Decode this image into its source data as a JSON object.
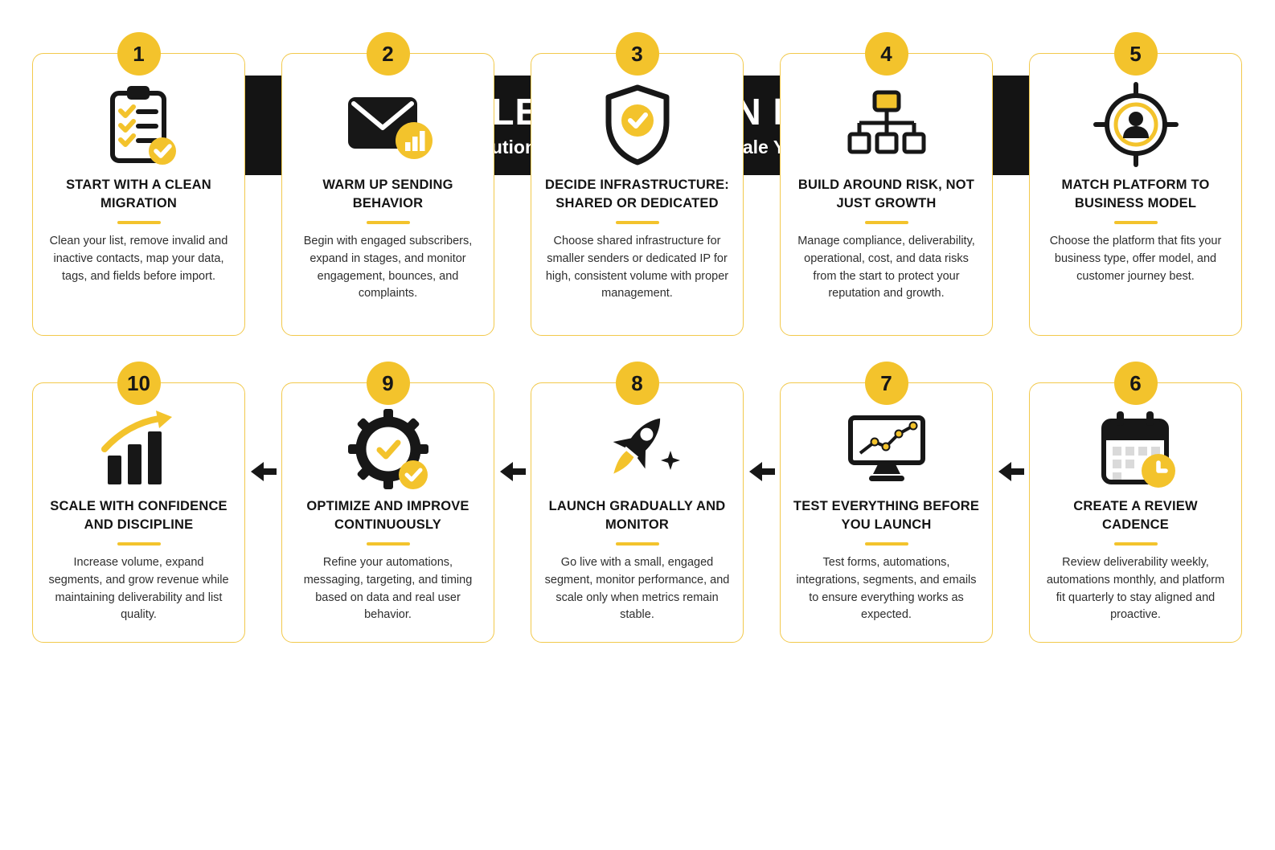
{
  "header": {
    "title": "EMAIL IMPLEMENTATION PROCESS",
    "subtitle": "A Professional Execution Flow to Launch and Scale Your Email System",
    "icon": "envelope-icon"
  },
  "colors": {
    "accent_yellow": "#F3C32C",
    "ink_black": "#171717",
    "card_border": "#F2C94C",
    "body_text": "#2e2e2e"
  },
  "steps": [
    {
      "number": "1",
      "icon": "clipboard-checklist-icon",
      "title": "START WITH A CLEAN MIGRATION",
      "description": "Clean your list, remove invalid and inactive contacts, map your data, tags, and fields before import."
    },
    {
      "number": "2",
      "icon": "envelope-chart-icon",
      "title": "WARM UP SENDING BEHAVIOR",
      "description": "Begin with engaged subscribers, expand in stages, and monitor engagement, bounces, and complaints."
    },
    {
      "number": "3",
      "icon": "shield-check-icon",
      "title": "DECIDE INFRASTRUCTURE: SHARED OR DEDICATED",
      "description": "Choose shared infrastructure for smaller senders or dedicated IP for high, consistent volume with proper management."
    },
    {
      "number": "4",
      "icon": "hierarchy-icon",
      "title": "BUILD AROUND RISK, NOT JUST GROWTH",
      "description": "Manage compliance, deliverability, operational, cost, and data risks from the start to protect your reputation and growth."
    },
    {
      "number": "5",
      "icon": "target-audience-icon",
      "title": "MATCH PLATFORM TO BUSINESS MODEL",
      "description": "Choose the platform that fits your business type, offer model, and customer journey best."
    },
    {
      "number": "6",
      "icon": "calendar-clock-icon",
      "title": "CREATE A REVIEW CADENCE",
      "description": "Review deliverability weekly, automations monthly, and platform fit quarterly to stay aligned and proactive."
    },
    {
      "number": "7",
      "icon": "monitor-chart-icon",
      "title": "TEST EVERYTHING BEFORE YOU LAUNCH",
      "description": "Test forms, automations, integrations, segments, and emails to ensure everything works as expected."
    },
    {
      "number": "8",
      "icon": "rocket-icon",
      "title": "LAUNCH GRADUALLY AND MONITOR",
      "description": "Go live with a small, engaged segment, monitor performance, and scale only when metrics remain stable."
    },
    {
      "number": "9",
      "icon": "gear-check-icon",
      "title": "OPTIMIZE AND IMPROVE CONTINUOUSLY",
      "description": "Refine your automations, messaging, targeting, and timing based on data and real user behavior."
    },
    {
      "number": "10",
      "icon": "growth-chart-icon",
      "title": "SCALE WITH CONFIDENCE AND DISCIPLINE",
      "description": "Increase volume, expand segments, and grow revenue while maintaining deliverability and list quality."
    }
  ]
}
